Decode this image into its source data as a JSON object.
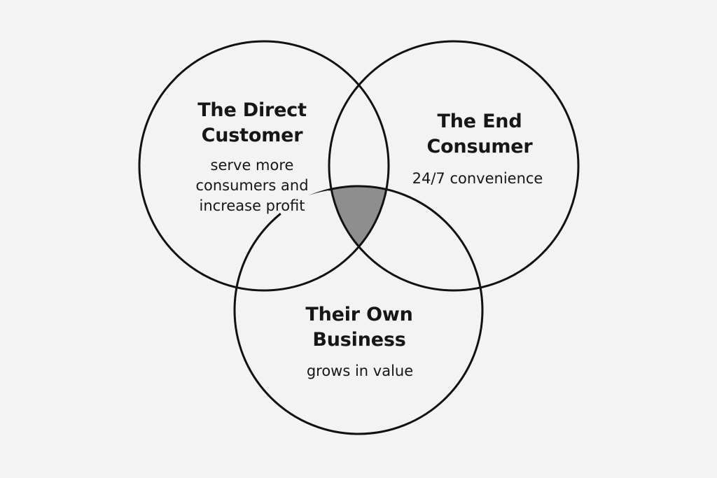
{
  "diagram": {
    "type": "venn",
    "sets": [
      {
        "id": "direct-customer",
        "title_lines": [
          "The Direct",
          "Customer"
        ],
        "desc_lines": [
          "serve more",
          "consumers and",
          "increase profit"
        ]
      },
      {
        "id": "end-consumer",
        "title_lines": [
          "The End",
          "Consumer"
        ],
        "desc_lines": [
          "24/7 convenience"
        ]
      },
      {
        "id": "own-business",
        "title_lines": [
          "Their Own",
          "Business"
        ],
        "desc_lines": [
          "grows in value"
        ]
      }
    ],
    "colors": {
      "background": "#f3f3f3",
      "stroke": "#111111",
      "intersection_fill": "#8e8e8e",
      "text": "#161616"
    }
  }
}
